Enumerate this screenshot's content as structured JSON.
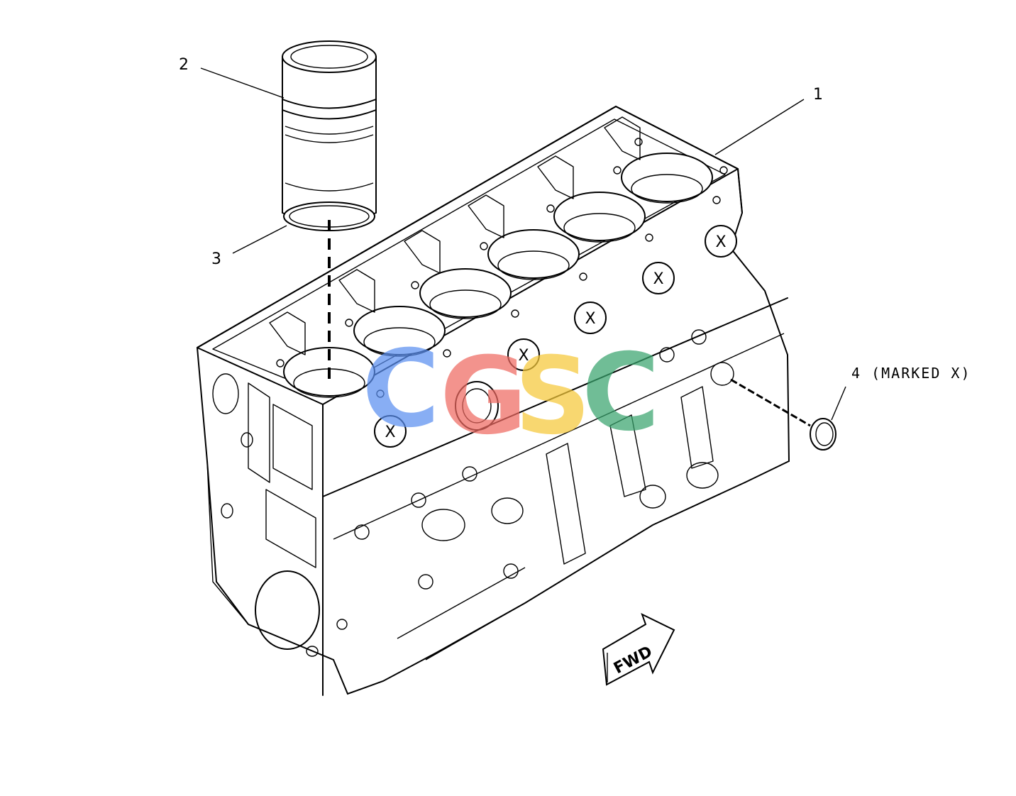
{
  "callouts": {
    "item_1": "1",
    "item_2": "2",
    "item_3": "3",
    "item_4": "4 (MARKED X)"
  },
  "block_marks": {
    "x_label": "X"
  },
  "direction": {
    "label": "FWD"
  },
  "watermark": {
    "letters": [
      "C",
      "G",
      "S",
      "C"
    ],
    "colors": [
      "#5b8ff0",
      "#ef6a62",
      "#f6c93a",
      "#3aa56e"
    ]
  },
  "colors": {
    "line": "#000000",
    "background": "#ffffff"
  }
}
